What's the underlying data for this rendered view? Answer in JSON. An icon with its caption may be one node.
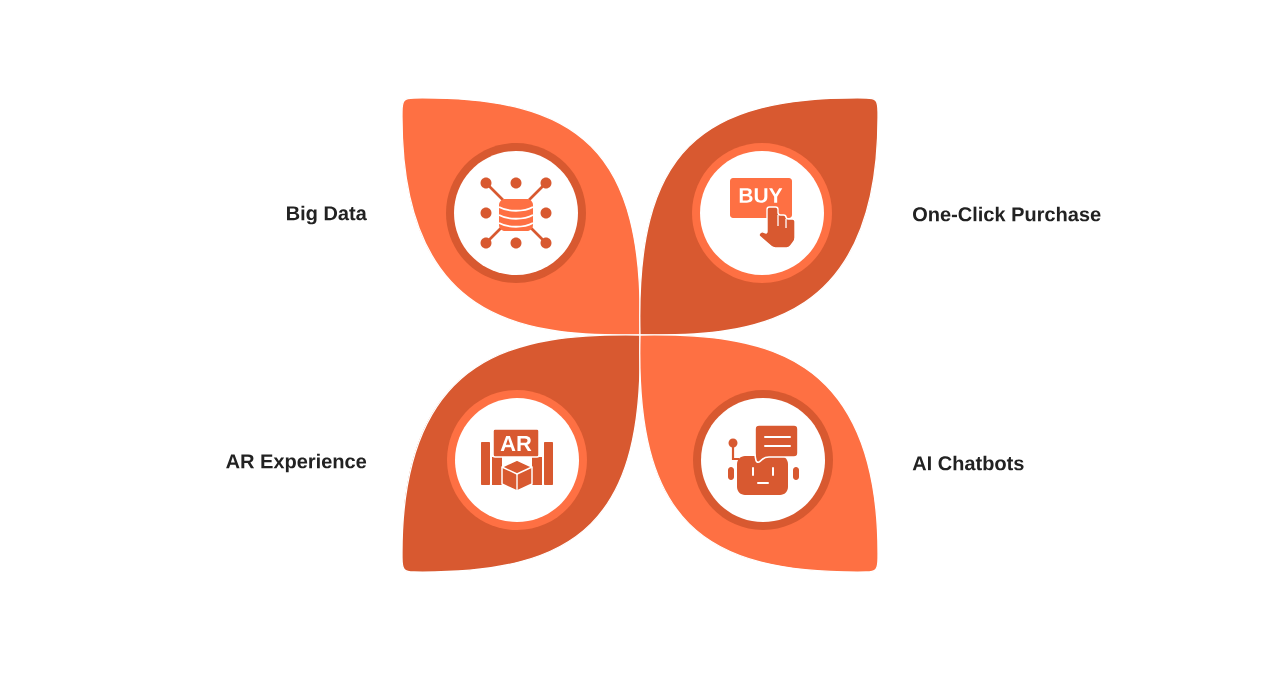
{
  "diagram": {
    "nodes": [
      {
        "text": [
          "Big Data"
        ]
      },
      {
        "text": [
          "One-Click Purchase"
        ]
      },
      {
        "text": [
          "AR Experience"
        ]
      },
      {
        "text": [
          "AI Chatbots"
        ]
      }
    ],
    "labels": [
      "BUY",
      "AR"
    ]
  }
}
